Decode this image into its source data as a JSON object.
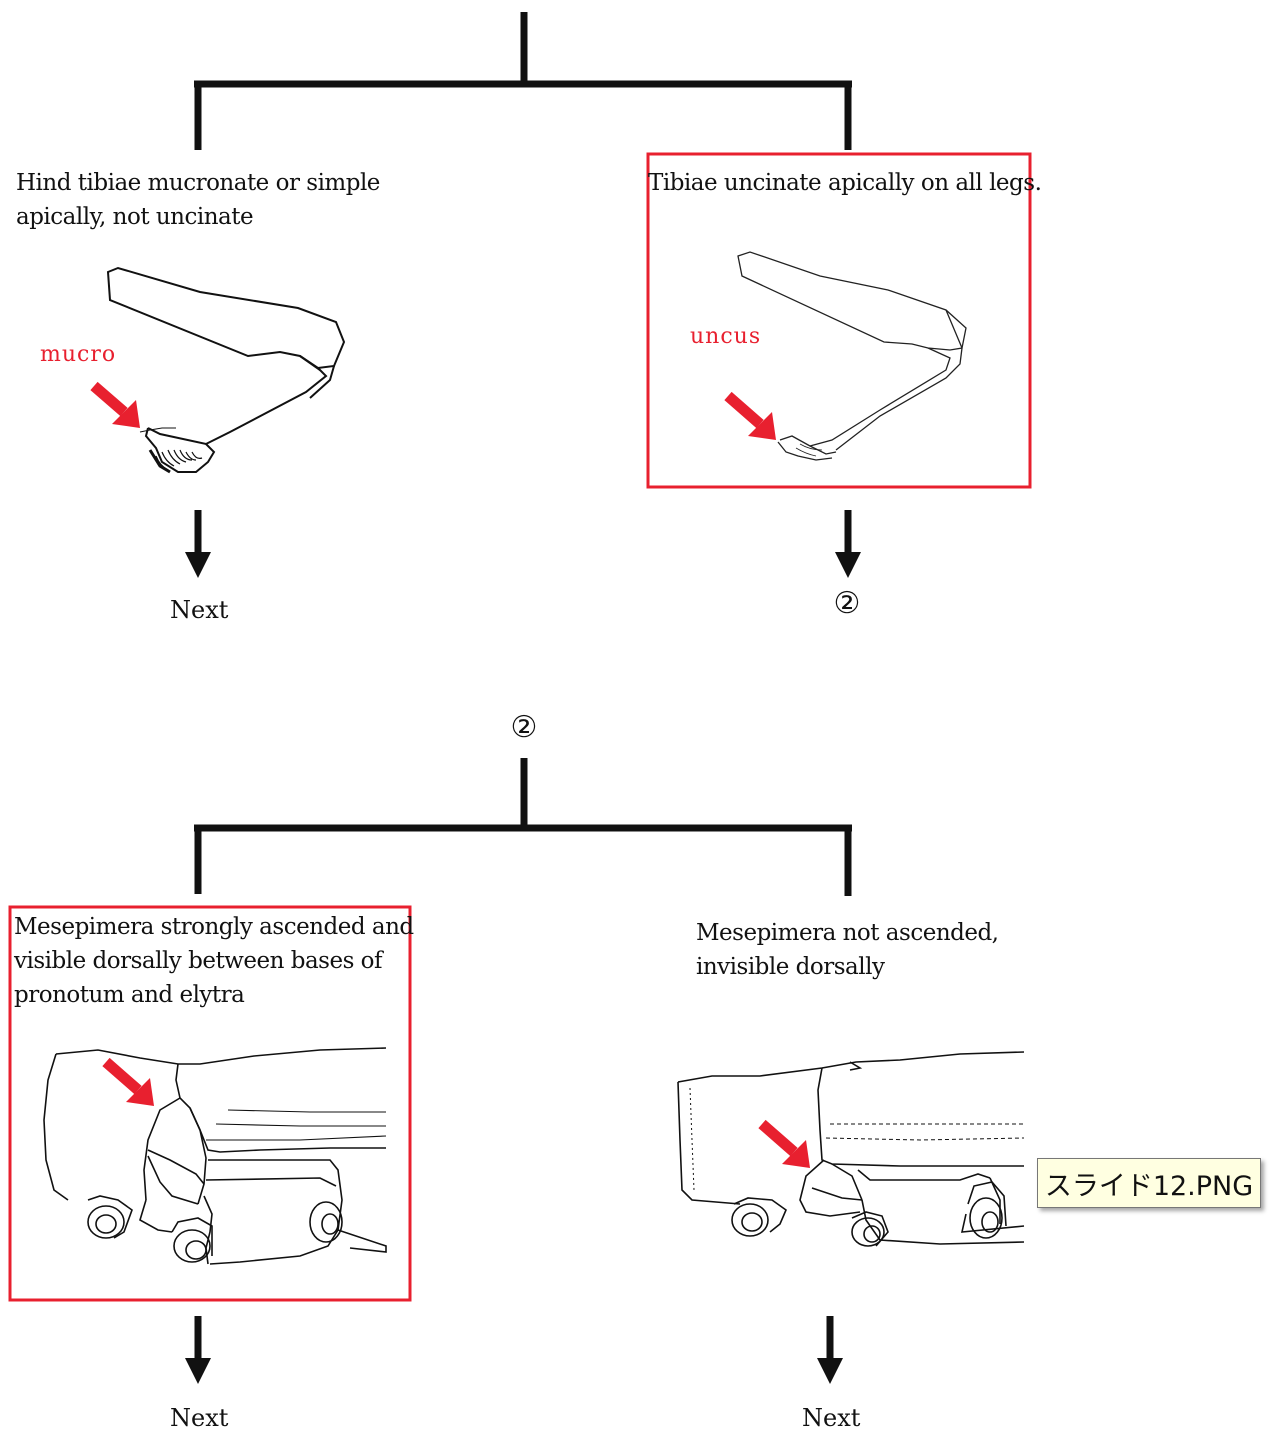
{
  "colors": {
    "accent": "#e8202f",
    "line": "#111111",
    "tooltip_bg": "#ffffe1"
  },
  "couplet1": {
    "left": {
      "text_lines": [
        "Hind tibiae mucronate or simple",
        "apically, not uncinate"
      ],
      "part_label": "mucro",
      "result": "Next"
    },
    "right": {
      "text_lines": [
        "Tibiae uncinate apically on all legs."
      ],
      "part_label": "uncus",
      "result": "②",
      "selected": true
    }
  },
  "couplet2": {
    "heading": "②",
    "left": {
      "text_lines": [
        "Mesepimera strongly ascended and",
        "visible dorsally between bases of",
        "pronotum and elytra"
      ],
      "result": "Next",
      "selected": true
    },
    "right": {
      "text_lines": [
        "Mesepimera not ascended,",
        "invisible dorsally"
      ],
      "result": "Next"
    }
  },
  "tooltip": {
    "text": "スライド12.PNG"
  },
  "icons": [
    "down-arrow-icon",
    "red-pointer-arrow-icon"
  ]
}
